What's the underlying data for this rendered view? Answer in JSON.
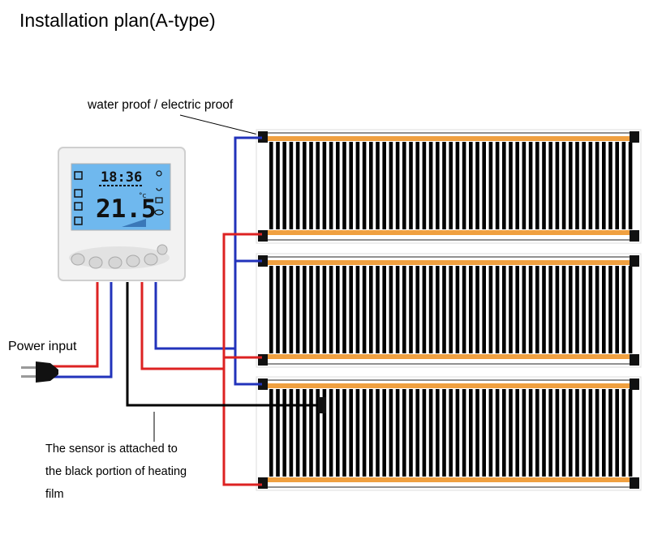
{
  "title": "Installation plan(A-type)",
  "labels": {
    "waterproof": "water proof / electric proof",
    "power_input": "Power input",
    "sensor_note": [
      "The sensor is attached to",
      "the black portion of heating",
      "film"
    ]
  },
  "thermostat": {
    "time": "18:36",
    "temperature": "21.5",
    "unit": "°c"
  },
  "colors": {
    "live_wire": "#dd2222",
    "neutral_wire": "#2233bb",
    "sensor_wire": "#000000",
    "electrode_strip": "#f0a040",
    "lcd": "#6fb8ee",
    "stripe": "#000000"
  }
}
